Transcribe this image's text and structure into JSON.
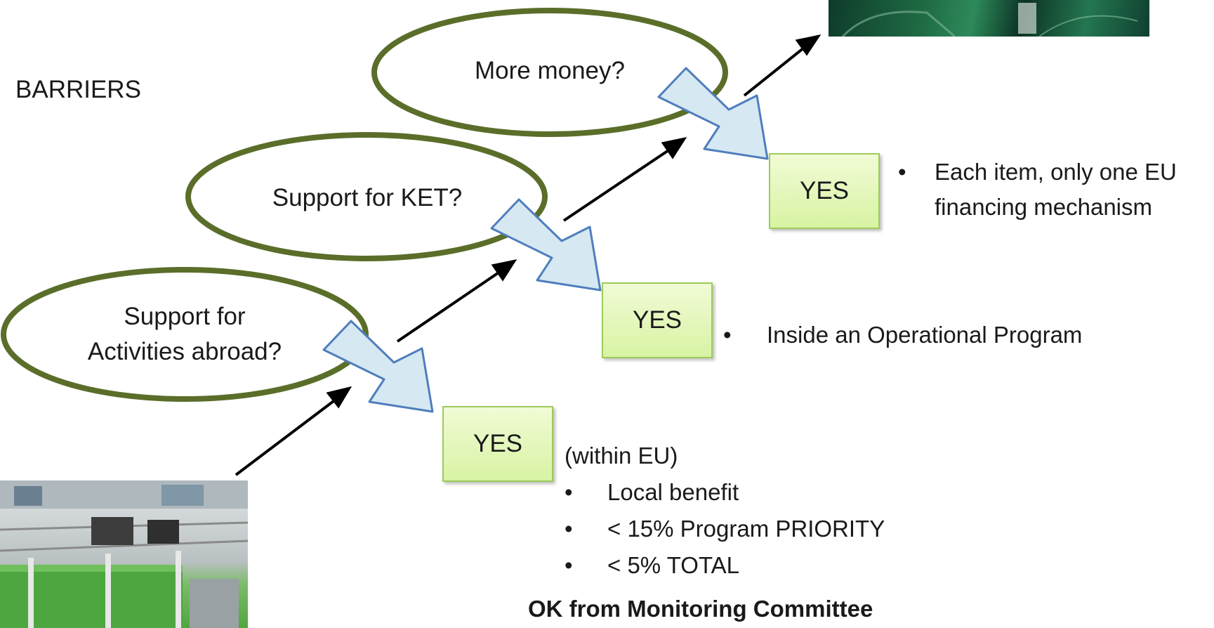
{
  "title": "BARRIERS",
  "questions": {
    "money": "More money?",
    "ket": "Support for KET?",
    "abroad_line1": "Support for",
    "abroad_line2": "Activities abroad?"
  },
  "yes_boxes": [
    "YES",
    "YES",
    "YES"
  ],
  "notes": {
    "top_line1": "Each item, only one EU",
    "top_line2": "financing mechanism",
    "middle": "Inside an Operational Program",
    "bottom_header": "(within EU)",
    "bottom_items": [
      "Local benefit",
      "< 15% Program PRIORITY",
      "< 5% TOTAL"
    ],
    "footer": "OK from Monitoring Committee"
  },
  "bullet_char": "•",
  "colors": {
    "oval_stroke": "#5a6e2a",
    "chevron_fill": "#d6e8f1",
    "chevron_stroke": "#4f7ebd",
    "yes_fill": "#d8f3a3"
  }
}
